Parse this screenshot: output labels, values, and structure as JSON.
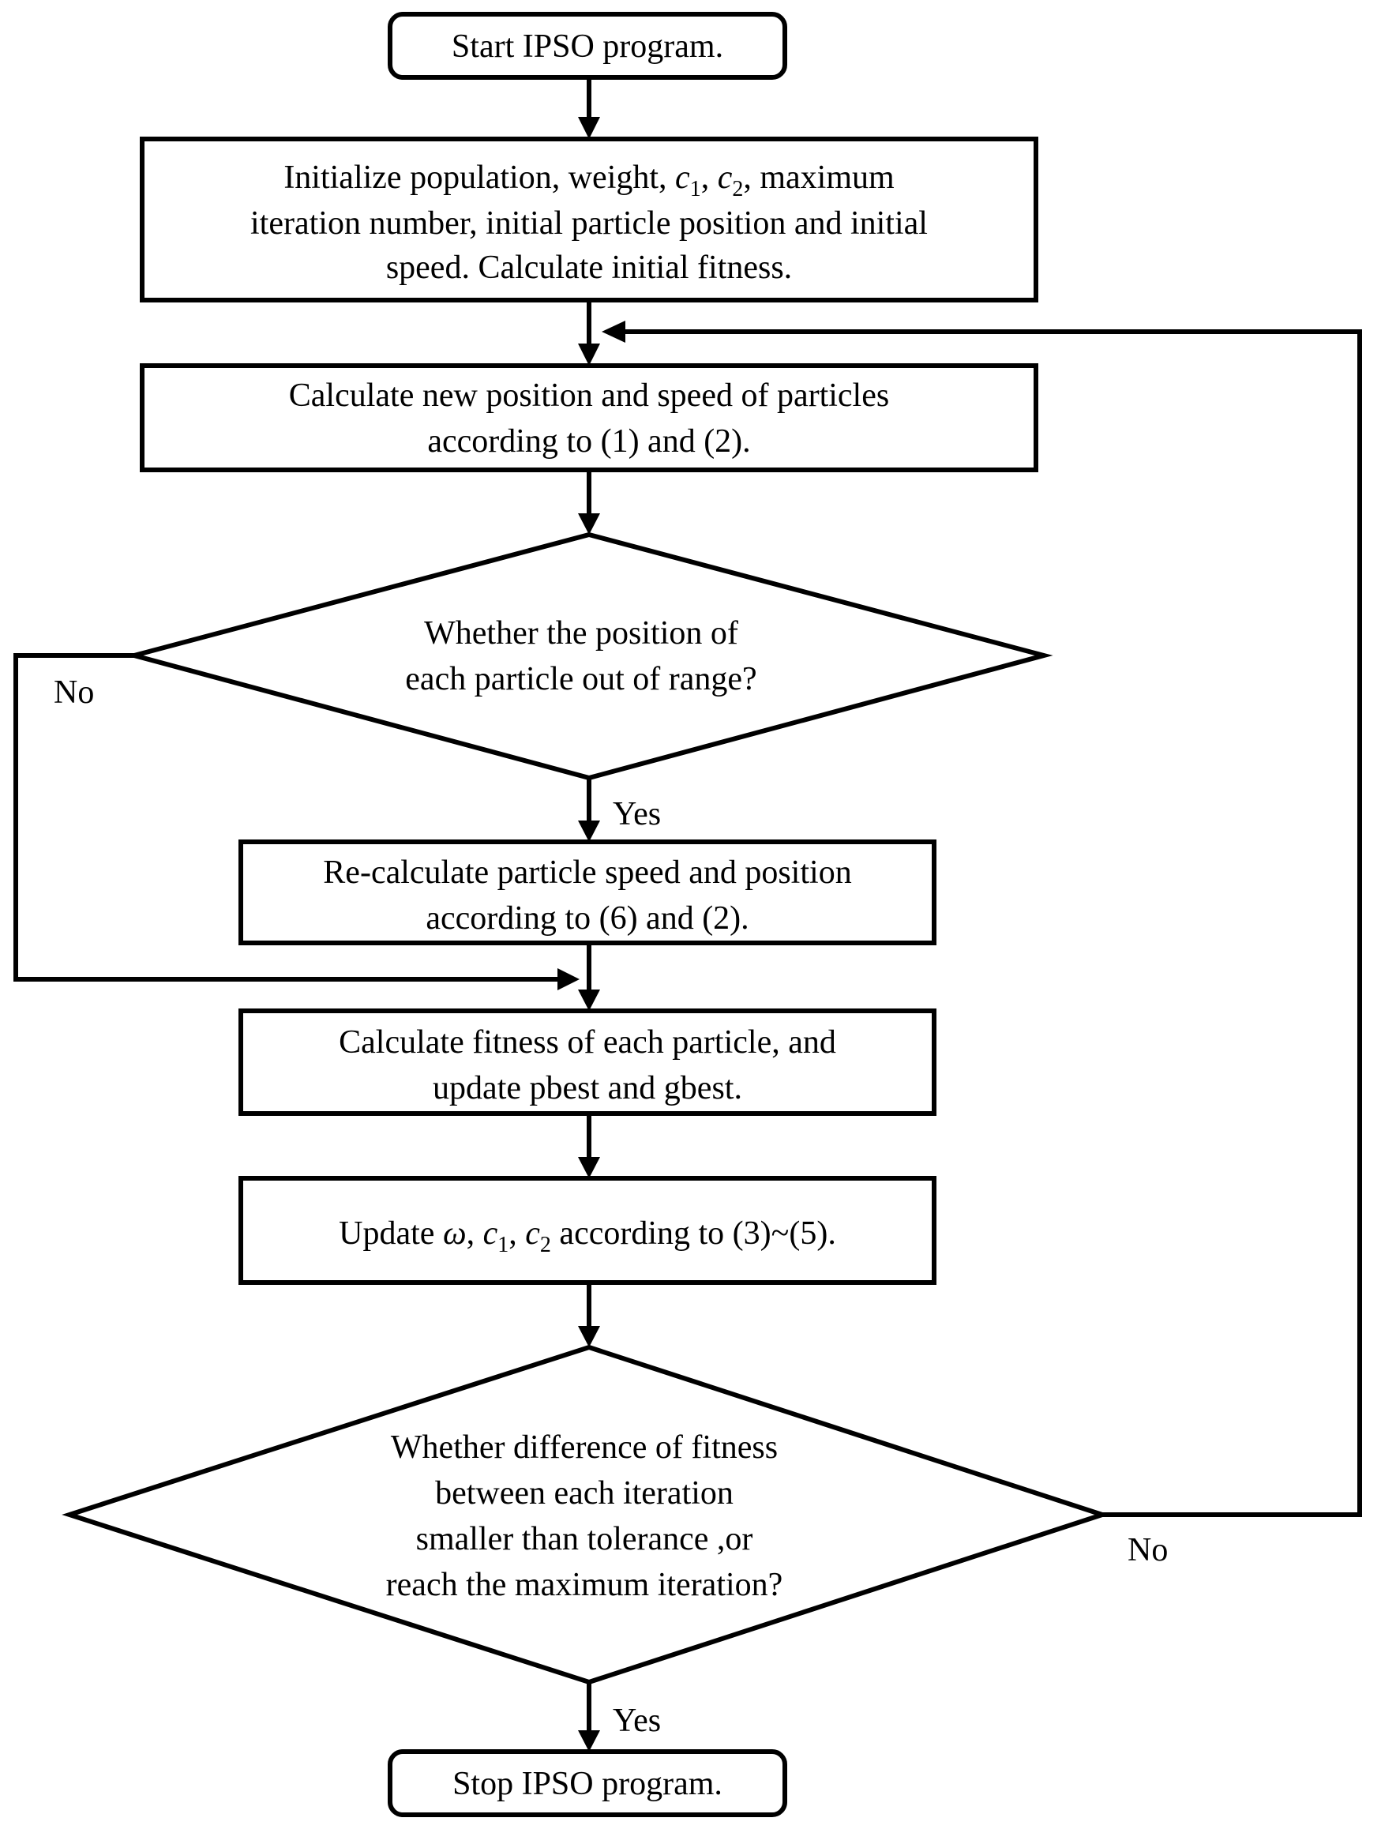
{
  "nodes": {
    "start": {
      "text": "Start IPSO program."
    },
    "init": {
      "line1_a": "Initialize population, weight, ",
      "line1_c1": "c",
      "line1_c1_sub": "1",
      "line1_sep": ", ",
      "line1_c2": "c",
      "line1_c2_sub": "2",
      "line1_b": ", maximum",
      "line2": "iteration number, initial particle position and initial",
      "line3": "speed. Calculate initial fitness."
    },
    "calc_pos": {
      "line1": "Calculate new position and speed of particles",
      "line2": "according to (1) and (2)."
    },
    "range_check": {
      "line1": "Whether the position of",
      "line2": "each particle out of range?"
    },
    "recalc": {
      "line1": "Re-calculate particle speed and position",
      "line2": "according to (6) and (2)."
    },
    "fitness": {
      "line1": "Calculate fitness of each particle, and",
      "line2": "update pbest and gbest."
    },
    "update": {
      "pre": "Update ",
      "omega": "ω",
      "sep1": ", ",
      "c1": "c",
      "c1_sub": "1",
      "sep2": ", ",
      "c2": "c",
      "c2_sub": "2",
      "post": " according to (3)~(5)."
    },
    "stop_check": {
      "line1": "Whether difference of fitness",
      "line2": "between each iteration",
      "line3": "smaller than tolerance ,or",
      "line4": "reach the maximum iteration?"
    },
    "stop": {
      "text": "Stop IPSO program."
    }
  },
  "edge_labels": {
    "range_no": "No",
    "range_yes": "Yes",
    "stop_no": "No",
    "stop_yes": "Yes"
  }
}
